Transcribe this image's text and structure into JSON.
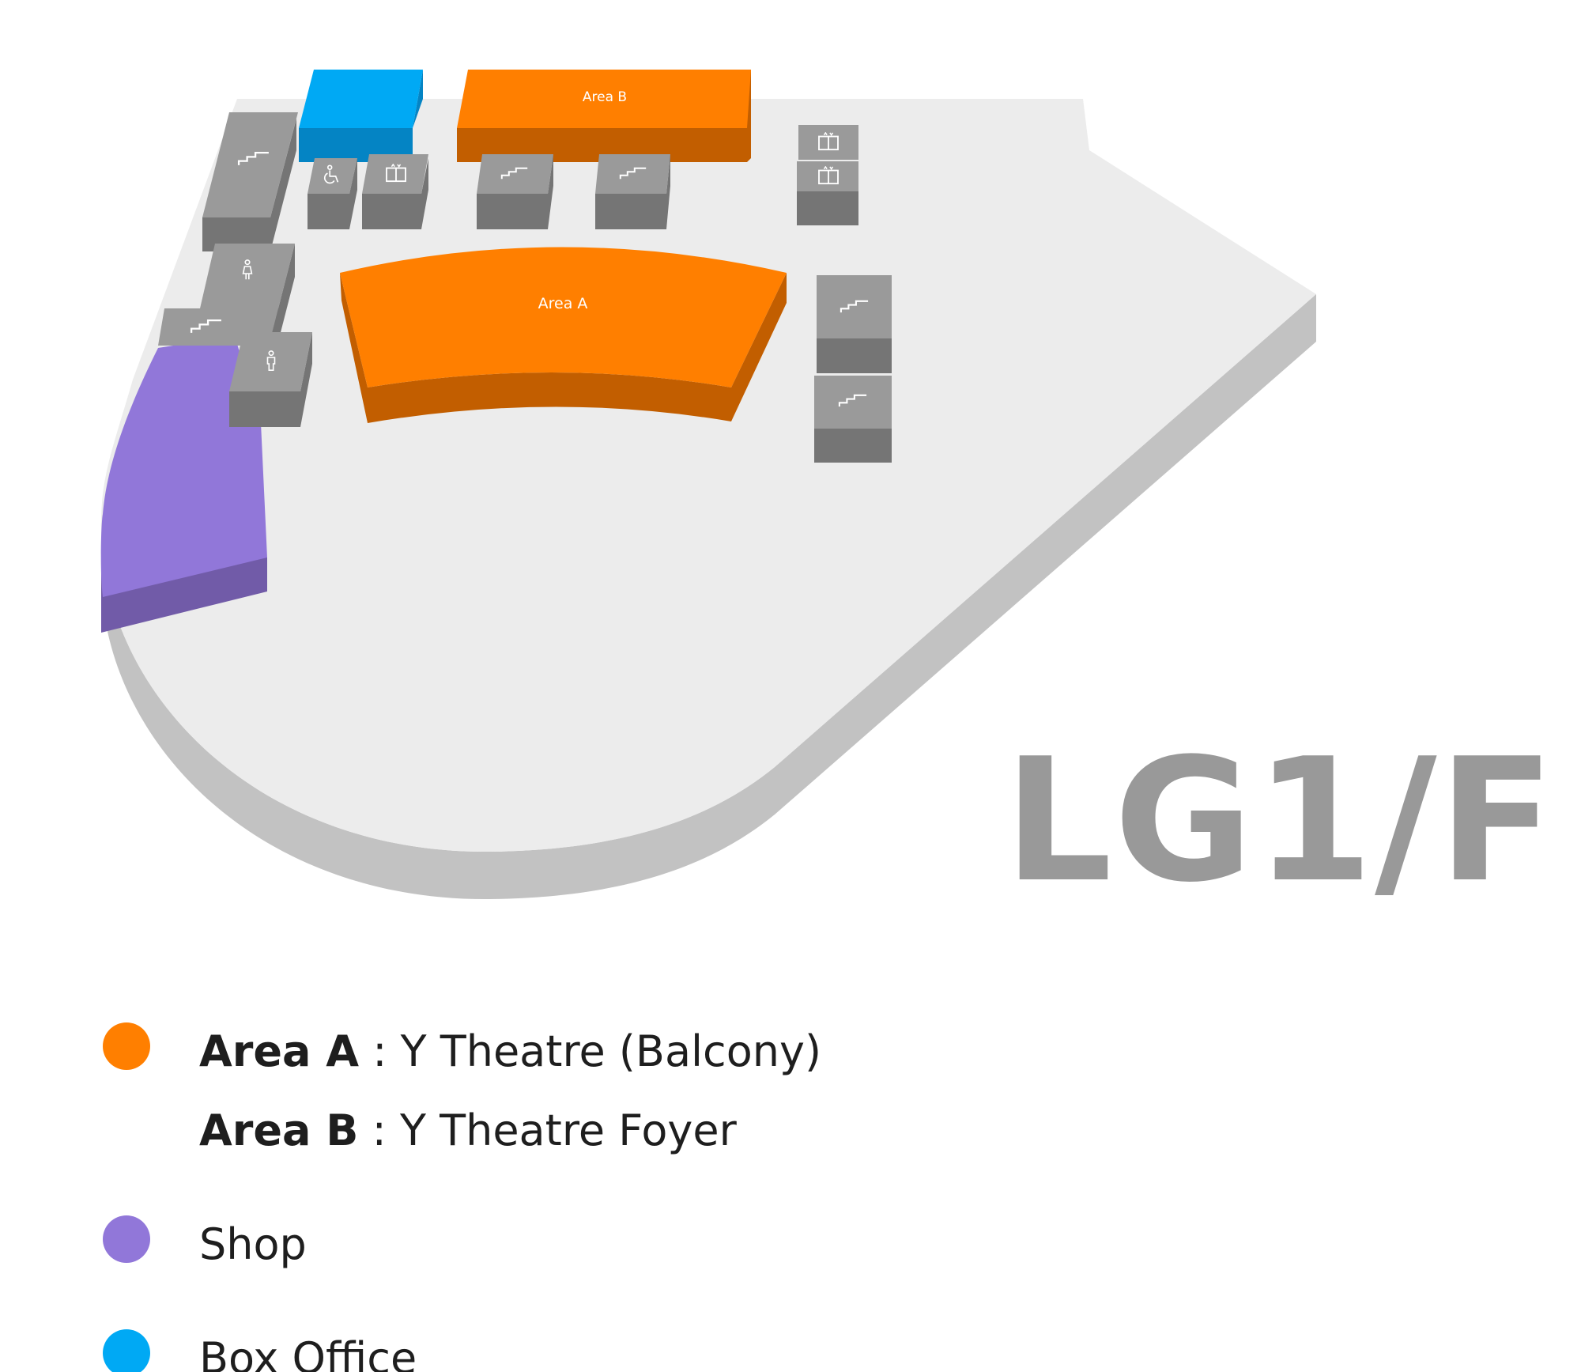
{
  "floor": {
    "label": "LG1/F",
    "label_color": "#999999"
  },
  "map": {
    "area_a_label": "Area A",
    "area_b_label": "Area B",
    "colors": {
      "floor_top": "#ececec",
      "floor_side": "#c2c2c2",
      "orange": "#ff7f00",
      "orange_dark": "#c25e00",
      "purple": "#9177d9",
      "purple_dark": "#715ba8",
      "blue": "#00a9f4",
      "blue_dark": "#0484c4",
      "grey_top": "#9a9a9a",
      "grey_front": "#757575",
      "icon_white": "#ffffff"
    },
    "facility_icons": {
      "stairs": "stairs-icon",
      "lift": "lift-icon",
      "accessible": "accessible-toilet-icon",
      "female": "female-toilet-icon",
      "male": "male-toilet-icon"
    }
  },
  "legend": [
    {
      "dot_color": "#ff7f00",
      "lines": [
        {
          "key": "Area A",
          "value": " : Y Theatre (Balcony)"
        },
        {
          "key": "Area B",
          "value": " : Y Theatre Foyer"
        }
      ]
    },
    {
      "dot_color": "#9177d9",
      "lines": [
        {
          "key": "",
          "value": "Shop"
        }
      ]
    },
    {
      "dot_color": "#00a9f4",
      "lines": [
        {
          "key": "",
          "value": "Box Office"
        }
      ]
    }
  ]
}
